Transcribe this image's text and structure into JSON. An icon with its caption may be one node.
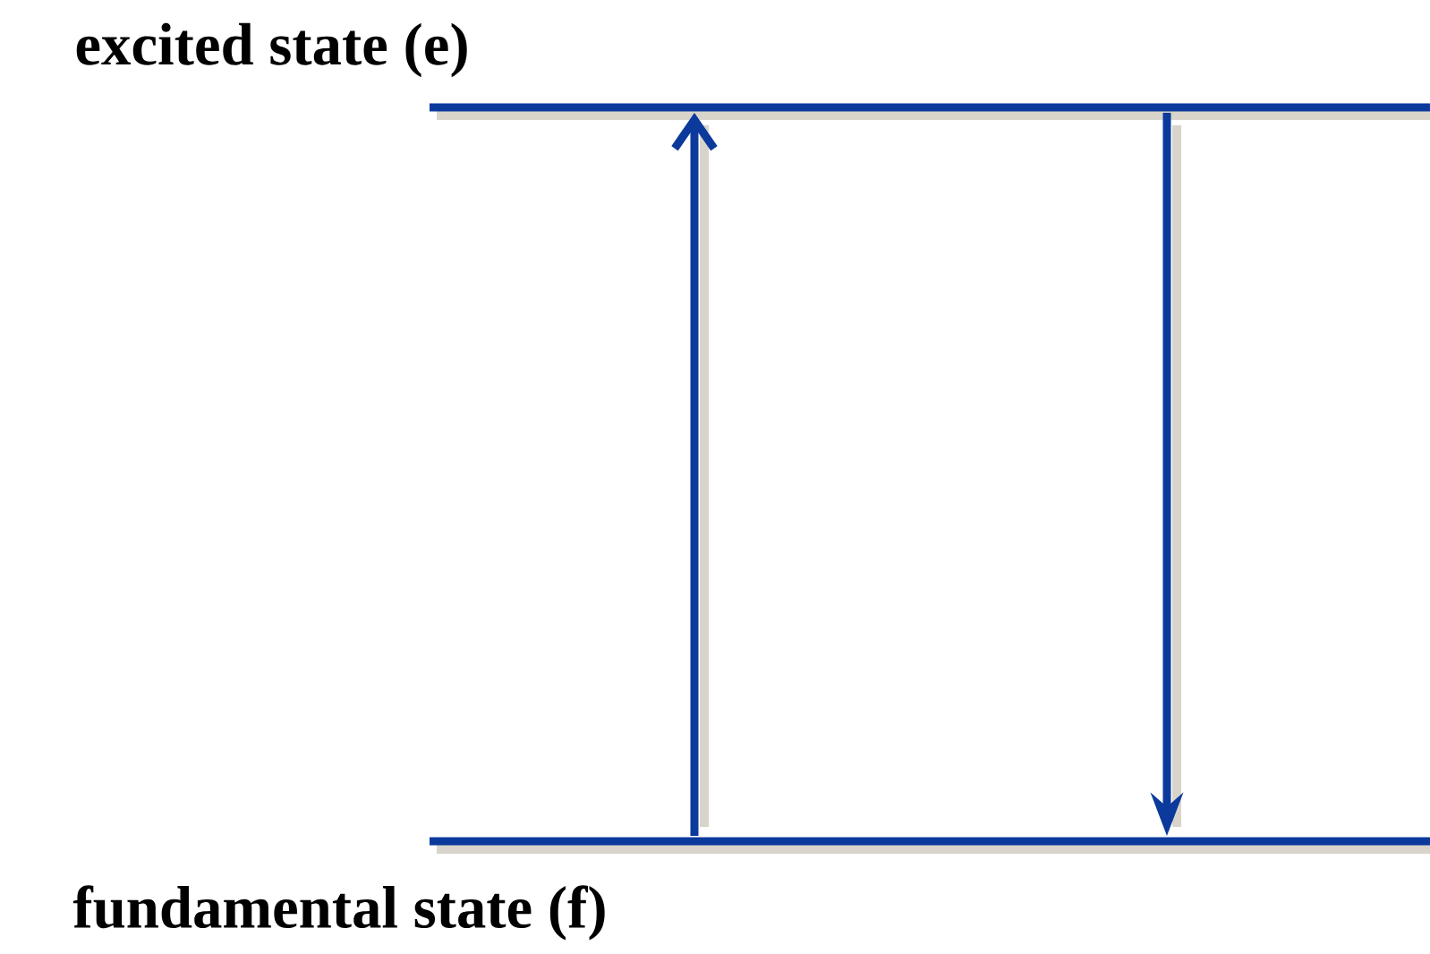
{
  "diagram": {
    "nodes": [
      {
        "text": [
          "excited state (e)"
        ]
      },
      {
        "text": [
          "fundamental state (f)"
        ]
      }
    ],
    "edges": [
      {
        "from": 1,
        "to": 0,
        "arrow": "to"
      },
      {
        "from": 0,
        "to": 1,
        "arrow": "to"
      }
    ]
  }
}
